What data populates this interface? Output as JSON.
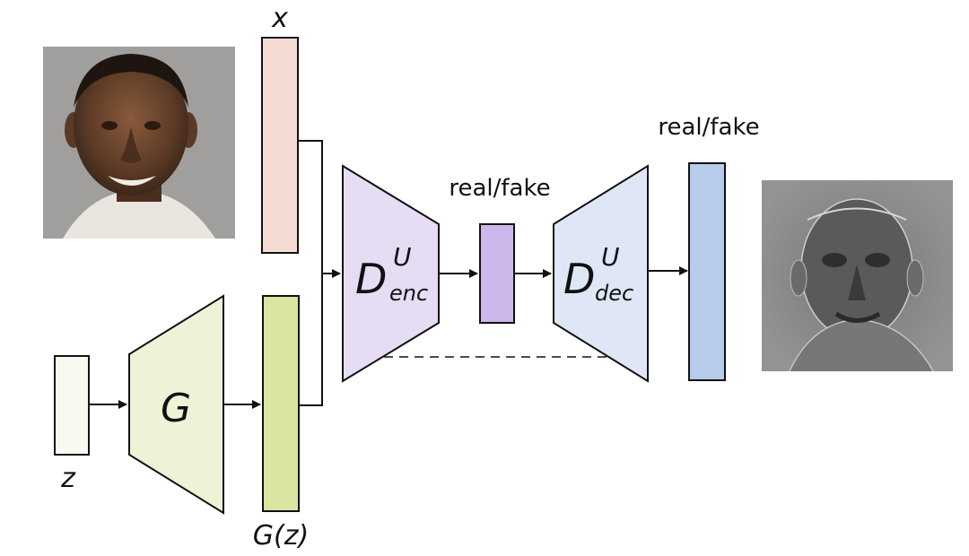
{
  "labels": {
    "x": "x",
    "z": "z",
    "gz": "G(z)",
    "generator": "G",
    "d_letter": "D",
    "d_sup": "U",
    "enc_sub": "enc",
    "dec_sub": "dec",
    "real_fake_mid": "real/fake",
    "real_fake_right": "real/fake"
  },
  "images": {
    "input_image": "face-photo",
    "output_image": "per-pixel-decision-map"
  },
  "colors": {
    "x_bar": "#f4dcd3",
    "gz_bar": "#d8e6a1",
    "z_bar": "#f8f9f0",
    "generator": "#eef2d6",
    "encoder": "#e6dcf4",
    "mid_bar": "#cdb7ea",
    "decoder": "#dfe6f5",
    "out_bar": "#b7cbea"
  }
}
